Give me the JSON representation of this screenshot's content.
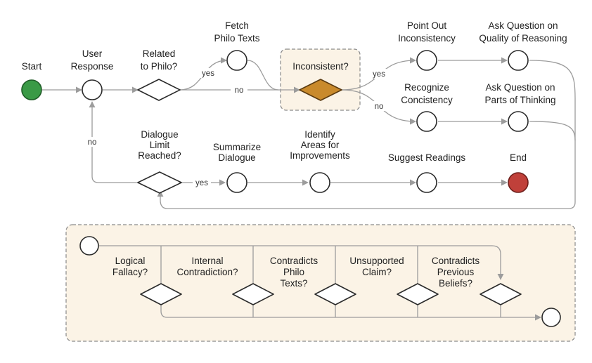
{
  "colors": {
    "start": "#3a9a46",
    "end": "#c0403a",
    "decision_highlight": "#c98a2c",
    "panel_fill": "#fbf3e6",
    "line": "#9c9c9c"
  },
  "nodes": {
    "start": [
      "Start"
    ],
    "user_response": [
      "User",
      "Response"
    ],
    "related_to_philo": [
      "Related",
      "to Philo?"
    ],
    "fetch_philo_texts": [
      "Fetch",
      "Philo Texts"
    ],
    "inconsistent": [
      "Inconsistent?"
    ],
    "point_out_inconsistency": [
      "Point Out",
      "Inconsistency"
    ],
    "ask_quality": [
      "Ask Question on",
      "Quality of Reasoning"
    ],
    "recognize_consistency": [
      "Recognize",
      "Concistency"
    ],
    "ask_parts": [
      "Ask Question on",
      "Parts of Thinking"
    ],
    "dialogue_limit": [
      "Dialogue",
      "Limit",
      "Reached?"
    ],
    "summarize": [
      "Summarize",
      "Dialogue"
    ],
    "identify_areas": [
      "Identify",
      "Areas for",
      "Improvements"
    ],
    "suggest_readings": [
      "Suggest Readings"
    ],
    "end": [
      "End"
    ]
  },
  "edges": {
    "related_yes": "yes",
    "related_no": "no",
    "inconsistent_yes": "yes",
    "inconsistent_no": "no",
    "limit_no": "no",
    "limit_yes": "yes"
  },
  "detail_panel": {
    "checks": [
      [
        "Logical",
        "Fallacy?"
      ],
      [
        "Internal",
        "Contradiction?"
      ],
      [
        "Contradicts",
        "Philo",
        "Texts?"
      ],
      [
        "Unsupported",
        "Claim?"
      ],
      [
        "Contradicts",
        "Previous",
        "Beliefs?"
      ]
    ]
  }
}
